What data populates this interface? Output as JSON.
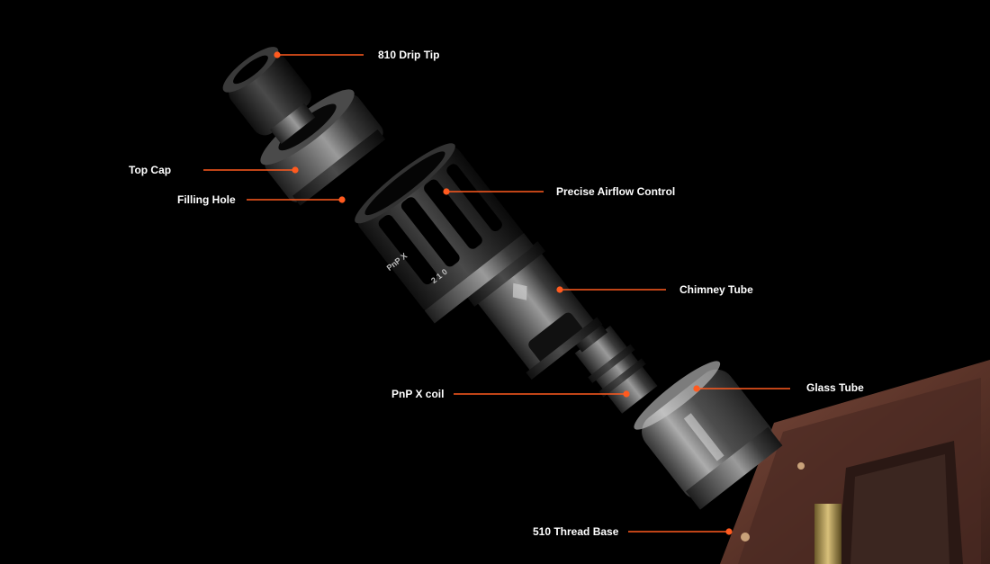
{
  "accent_color": "#ff5a1f",
  "background_color": "#000000",
  "callouts": [
    {
      "id": "drip-tip",
      "label": "810 Drip Tip"
    },
    {
      "id": "top-cap",
      "label": "Top Cap"
    },
    {
      "id": "filling-hole",
      "label": "Filling Hole"
    },
    {
      "id": "airflow-control",
      "label": "Precise Airflow Control"
    },
    {
      "id": "chimney-tube",
      "label": "Chimney Tube"
    },
    {
      "id": "pnp-coil",
      "label": "PnP X coil"
    },
    {
      "id": "glass-tube",
      "label": "Glass Tube"
    },
    {
      "id": "thread-base",
      "label": "510 Thread Base"
    }
  ],
  "product_markings": {
    "airflow_ring_text": "PnP X",
    "chimney_engraving": "2 1 0"
  }
}
